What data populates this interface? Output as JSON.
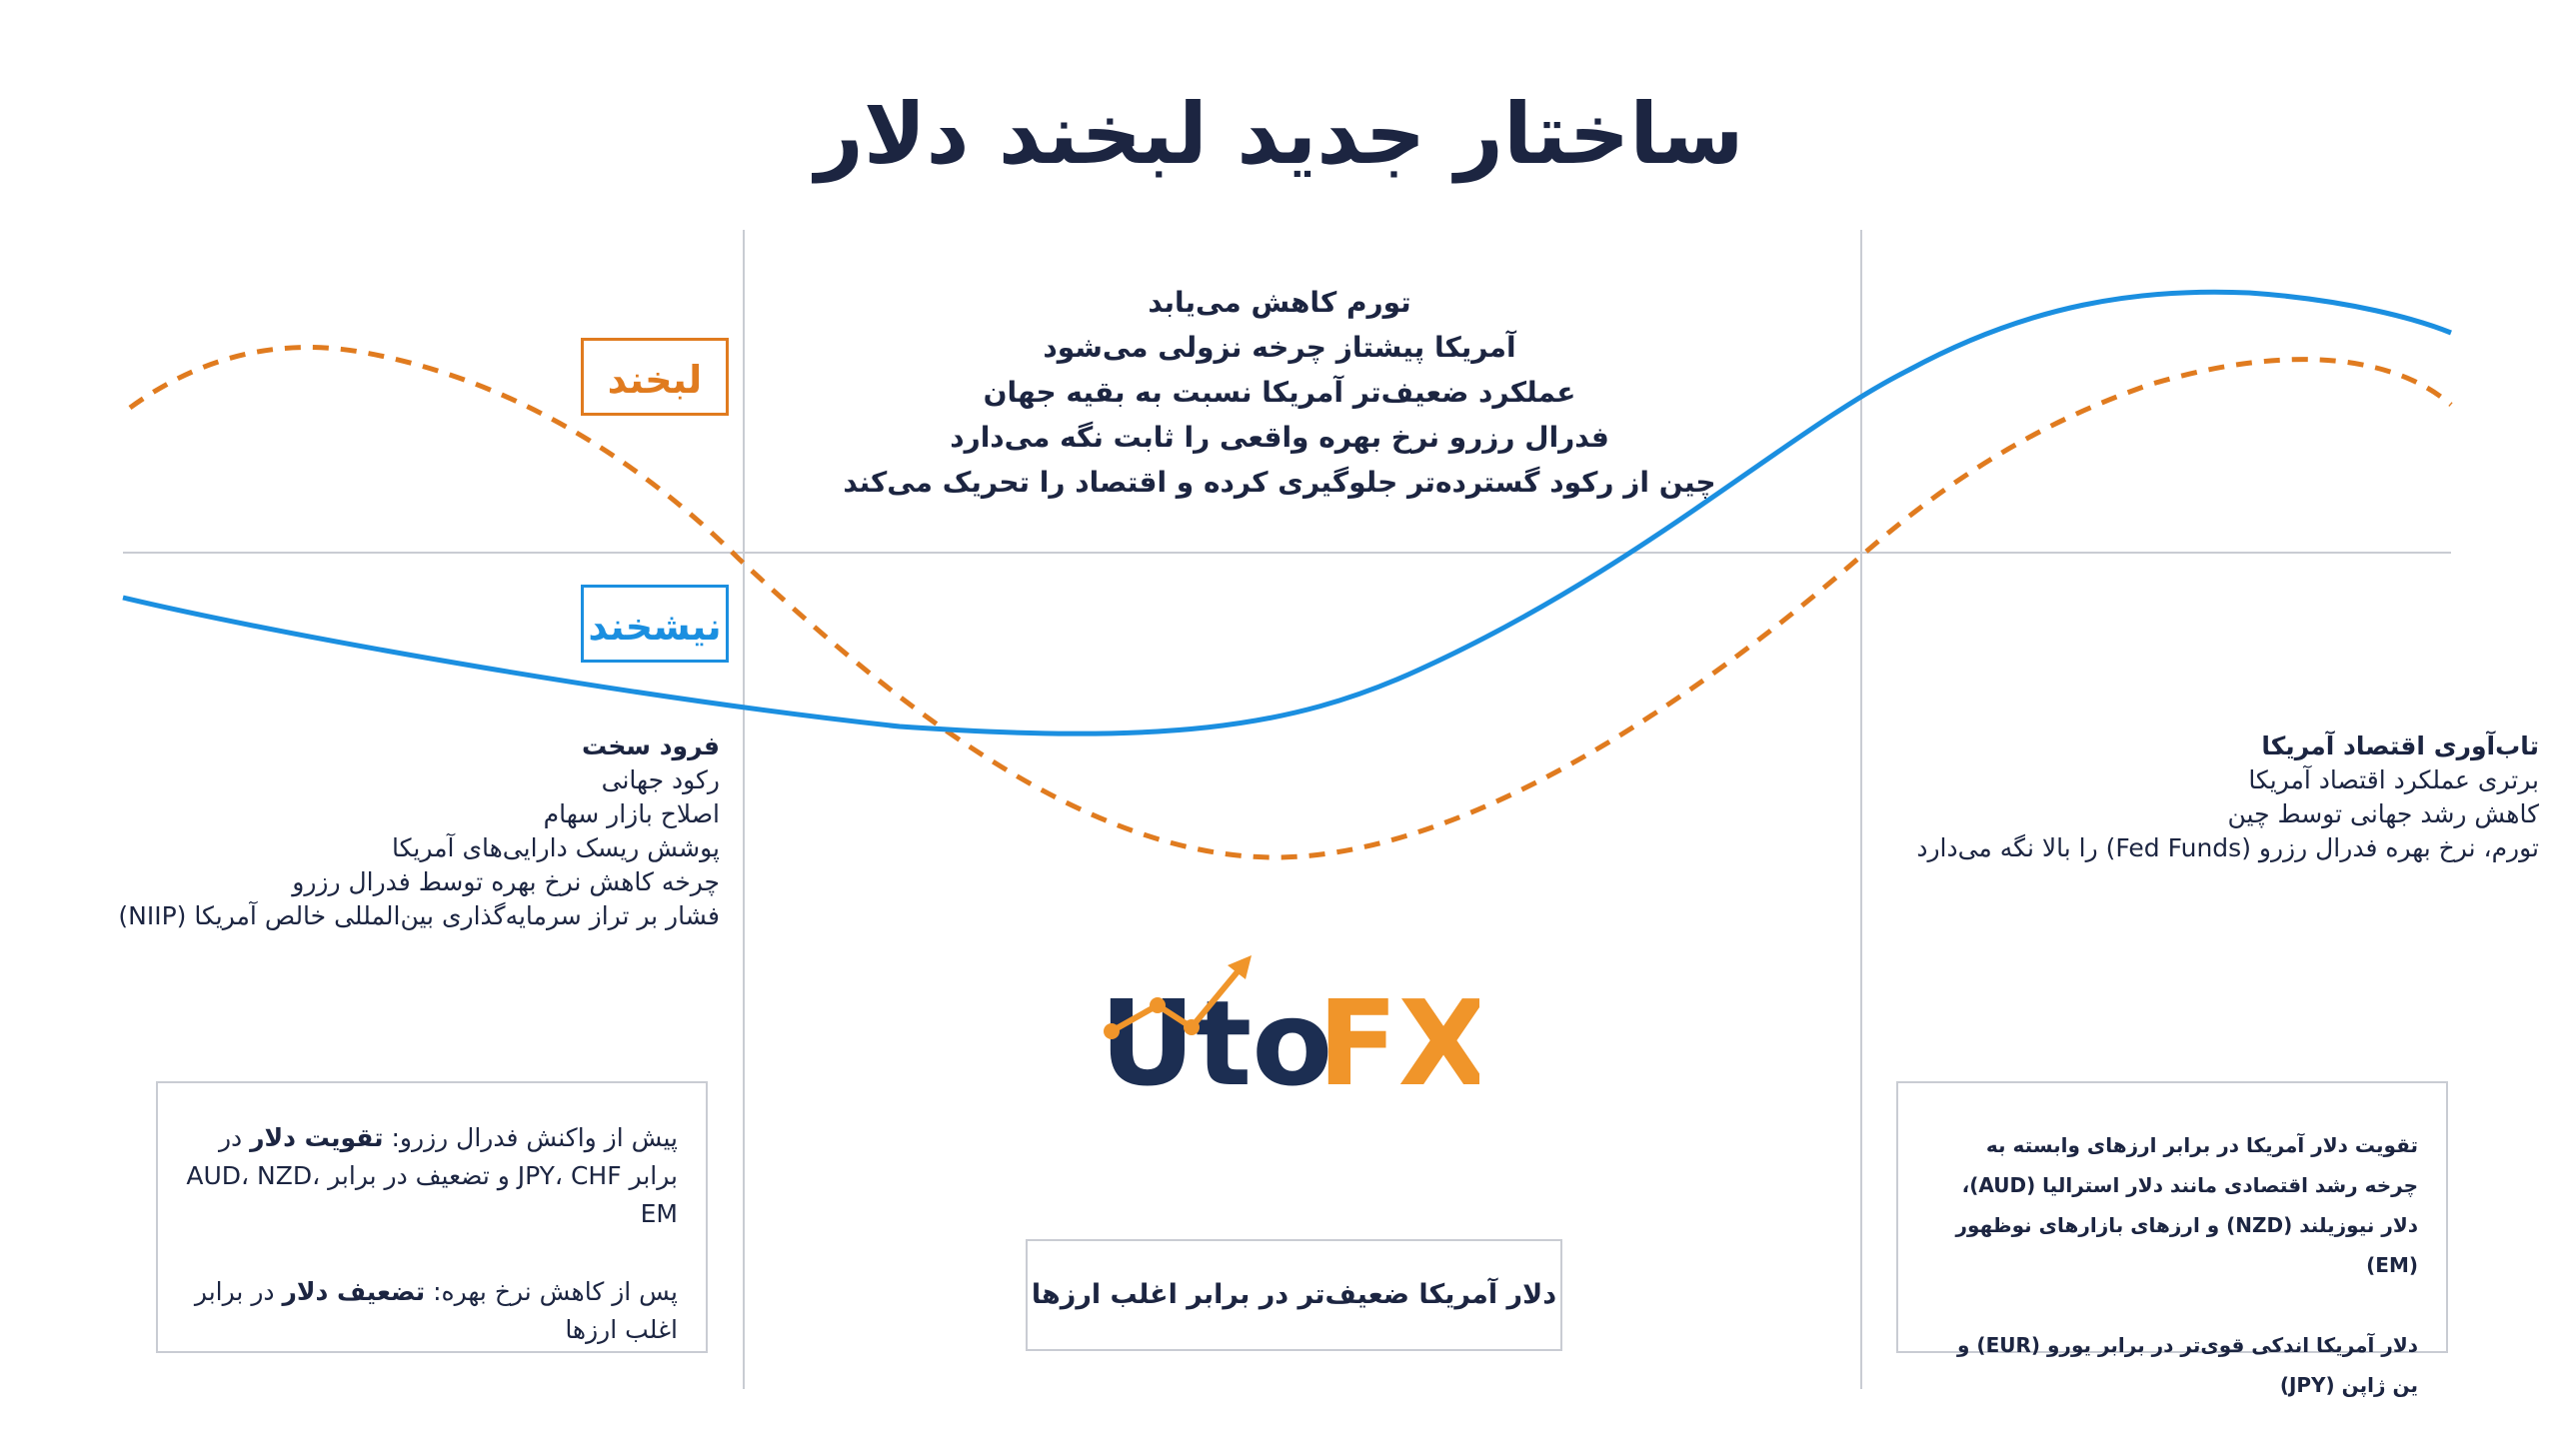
{
  "title": "ساختار جدید لبخند دلار",
  "colors": {
    "smile": "#e07b1f",
    "frown": "#1b8fe0",
    "text": "#1c2541",
    "grid": "#c9ccd3",
    "logo_dark": "#1c2e52",
    "logo_orange": "#f0952a"
  },
  "legend": {
    "smile": "لبخند",
    "frown": "نیشخند"
  },
  "center_notes": [
    "تورم کاهش می‌یابد",
    "آمریکا پیشتاز چرخه نزولی می‌شود",
    "عملکرد ضعیف‌تر آمریکا نسبت به بقیه جهان",
    "فدرال رزرو نرخ بهره واقعی را ثابت نگه می‌دارد",
    "چین از رکود گسترده‌تر جلوگیری کرده و اقتصاد را تحریک می‌کند"
  ],
  "left_section": {
    "heading": "فرود سخت",
    "items": [
      "رکود جهانی",
      "اصلاح بازار سهام",
      "پوشش ریسک دارایی‌های آمریکا",
      "چرخه کاهش نرخ بهره توسط فدرال رزرو",
      "فشار بر تراز سرمایه‌گذاری بین‌المللی خالص آمریکا (NIIP)"
    ]
  },
  "right_section": {
    "heading": "تاب‌آوری اقتصاد آمریکا",
    "items": [
      "برتری عملکرد اقتصاد آمریکا",
      "کاهش رشد جهانی توسط چین",
      "تورم، نرخ بهره فدرال رزرو (Fed Funds) را بالا نگه می‌دارد"
    ]
  },
  "box_left": {
    "p1_pre": "پیش از واکنش فدرال رزرو: ",
    "p1_em": "تقویت دلار",
    "p1_post": " در برابر JPY، CHF و تضعیف در برابر AUD، NZD، EM",
    "p2_pre": "پس از کاهش نرخ بهره: ",
    "p2_em": "تضعیف دلار",
    "p2_post": " در برابر اغلب ارزها"
  },
  "box_center": {
    "pre": "دلار آمریکا ",
    "em": "ضعیف‌تر",
    "post": " در برابر اغلب ارزها"
  },
  "box_right": {
    "p1": "تقویت دلار آمریکا در برابر ارزهای وابسته به چرخه رشد اقتصادی مانند دلار استرالیا (AUD)، دلار نیوزیلند (NZD) و ارزهای بازارهای نوظهور (EM)",
    "p2": "دلار آمریکا اندکی قوی‌تر در برابر یورو (EUR) و ین ژاپن (JPY)"
  },
  "logo": {
    "part1": "Uto",
    "part2": "FX"
  }
}
